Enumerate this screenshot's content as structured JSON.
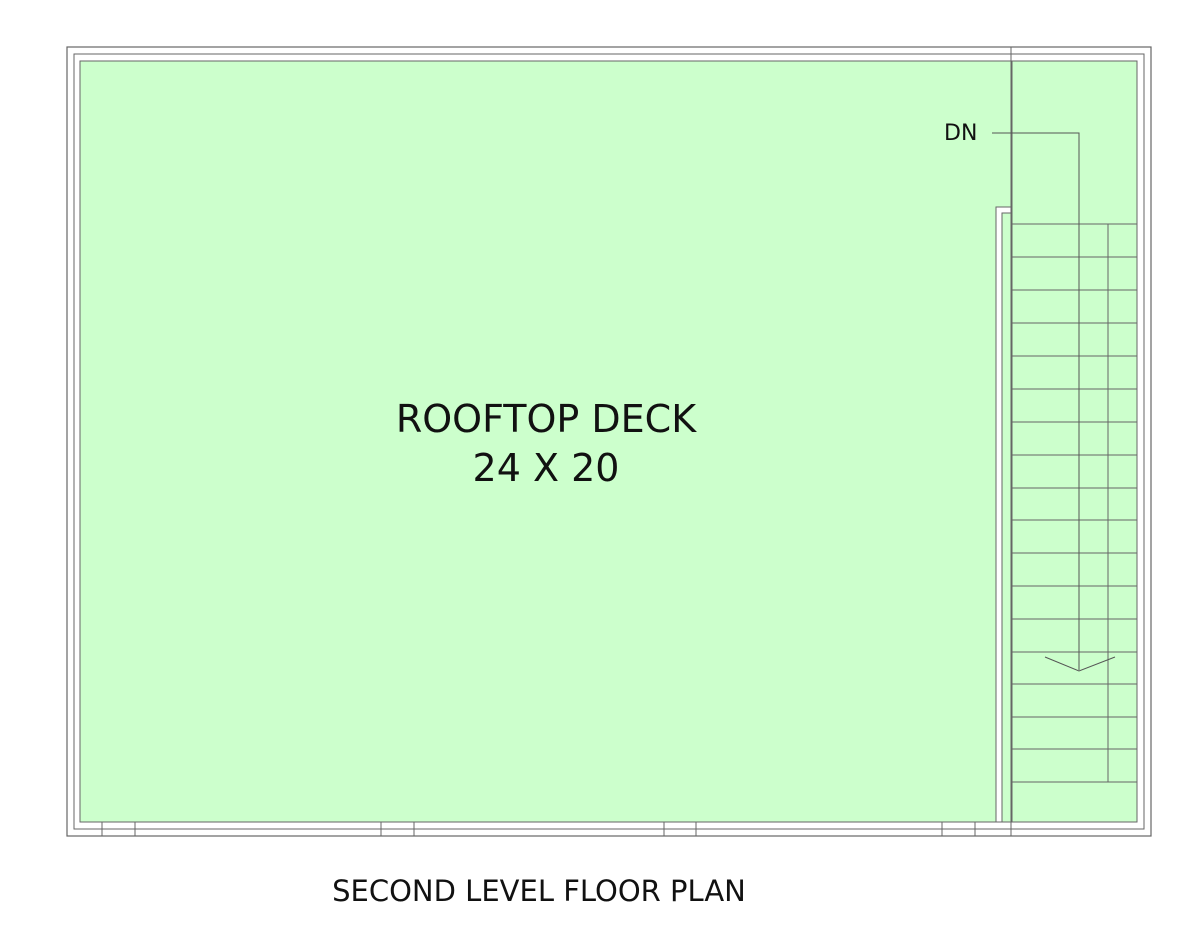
{
  "plan": {
    "title": "SECOND LEVEL FLOOR PLAN",
    "room": {
      "name": "ROOFTOP DECK",
      "dimensions": "24 X 20"
    },
    "stair": {
      "direction_label": "DN"
    }
  },
  "colors": {
    "deck_fill": "#ccffcc",
    "line": "#666666",
    "text": "#111111"
  }
}
